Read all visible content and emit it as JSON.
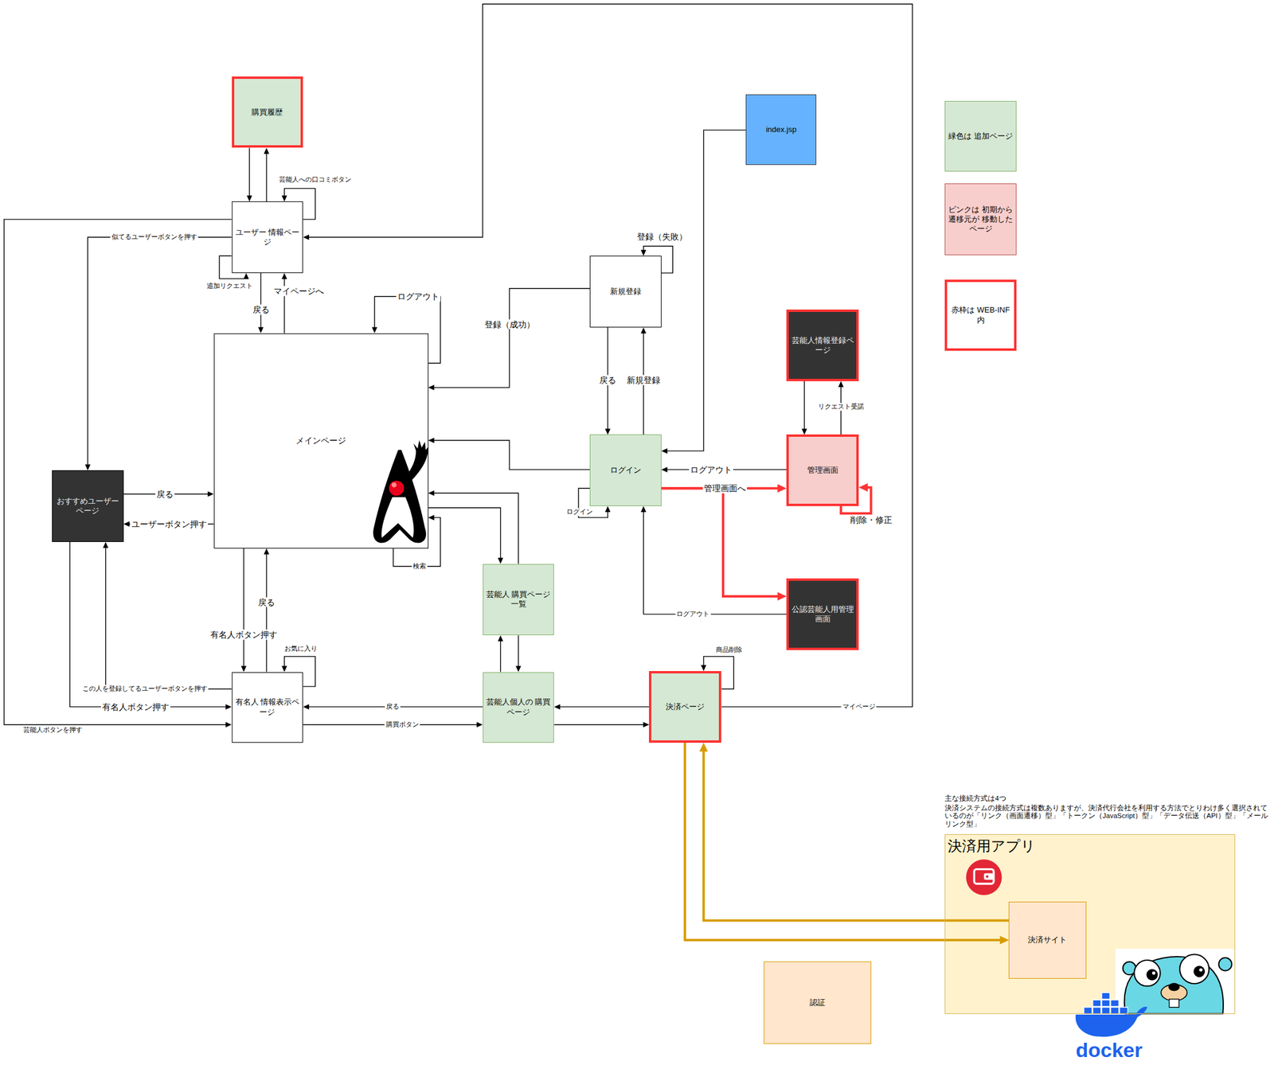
{
  "diagram": {
    "nodes": [
      {
        "text": [
          "購買履歴"
        ]
      },
      {
        "text": [
          "index.jsp"
        ]
      },
      {
        "text": [
          "ユーザー 情報ページ"
        ]
      },
      {
        "text": [
          "新規登録"
        ]
      },
      {
        "text": [
          "芸能人情報登録ページ"
        ]
      },
      {
        "text": [
          "メインページ"
        ]
      },
      {
        "text": [
          "おすすめユーザーページ"
        ]
      },
      {
        "text": [
          "ログイン"
        ]
      },
      {
        "text": [
          "管理画面"
        ]
      },
      {
        "text": [
          "芸能人 購買ページ 一覧"
        ]
      },
      {
        "text": [
          "公認芸能人用管理画面"
        ]
      },
      {
        "text": [
          "有名人 情報表示ページ"
        ]
      },
      {
        "text": [
          "芸能人個人の 購買ページ"
        ]
      },
      {
        "text": [
          "決済ページ"
        ]
      },
      {
        "text": [
          "決済用アプリ"
        ]
      },
      {
        "text": [
          "決済サイト"
        ],
        "in": 14
      },
      {
        "text": [
          "認証"
        ]
      }
    ],
    "edges": [
      {
        "from": 2,
        "to": 0,
        "arrow": "to"
      },
      {
        "from": 0,
        "to": 2,
        "arrow": "to"
      },
      {
        "from": 2,
        "to": 2,
        "label": "芸能人への口コミボタン",
        "arrow": "to"
      },
      {
        "from": 2,
        "to": 2,
        "label": "追加リクエスト",
        "arrow": "to"
      },
      {
        "from": 5,
        "to": 2,
        "label": "マイページへ",
        "arrow": "to"
      },
      {
        "from": 2,
        "to": 5,
        "label": "戻る",
        "arrow": "to"
      },
      {
        "from": 5,
        "to": 5,
        "label": "ログアウト",
        "arrow": "to"
      },
      {
        "from": 3,
        "to": 5,
        "label": "登録（成功）",
        "arrow": "to"
      },
      {
        "from": 3,
        "to": 3,
        "label": "登録（失敗）",
        "arrow": "to"
      },
      {
        "from": 3,
        "to": 7,
        "label": "戻る",
        "arrow": "to"
      },
      {
        "from": 7,
        "to": 3,
        "label": "新規登録",
        "arrow": "to"
      },
      {
        "from": 1,
        "to": 7,
        "arrow": "to"
      },
      {
        "from": 13,
        "to": 2,
        "label": "マイページ",
        "arrow": "to"
      },
      {
        "from": 7,
        "to": 5,
        "arrow": "to"
      },
      {
        "from": 7,
        "to": 7,
        "label": "ログイン",
        "arrow": "to"
      },
      {
        "from": 8,
        "to": 7,
        "label": "ログアウト",
        "arrow": "to"
      },
      {
        "from": 7,
        "to": 8,
        "label": "管理画面へ",
        "arrow": "to"
      },
      {
        "from": 7,
        "to": 10,
        "arrow": "to"
      },
      {
        "from": 10,
        "to": 7,
        "label": "ログアウト",
        "arrow": "to"
      },
      {
        "from": 8,
        "to": 8,
        "label": "削除・修正",
        "arrow": "to"
      },
      {
        "from": 8,
        "to": 4,
        "label": "リクエスト受諾",
        "arrow": "to"
      },
      {
        "from": 4,
        "to": 8,
        "arrow": "to"
      },
      {
        "from": 9,
        "to": 5,
        "arrow": "to"
      },
      {
        "from": 5,
        "to": 9,
        "arrow": "to"
      },
      {
        "from": 5,
        "to": 5,
        "label": "検索",
        "arrow": "to"
      },
      {
        "from": 12,
        "to": 9,
        "arrow": "to"
      },
      {
        "from": 9,
        "to": 12,
        "arrow": "to"
      },
      {
        "from": 6,
        "to": 5,
        "label": "戻る",
        "arrow": "to"
      },
      {
        "from": 5,
        "to": 6,
        "label": "ユーザーボタン押す",
        "arrow": "to"
      },
      {
        "from": 2,
        "to": 6,
        "label": "似てるユーザーボタンを押す",
        "arrow": "to"
      },
      {
        "from": 2,
        "to": 11,
        "label": "芸能人ボタンを押す",
        "arrow": "to"
      },
      {
        "from": 6,
        "to": 11,
        "label": "有名人ボタン押す",
        "arrow": "to"
      },
      {
        "from": 11,
        "to": 6,
        "label": "この人を登録してるユーザーボタンを押す",
        "arrow": "to"
      },
      {
        "from": 5,
        "to": 11,
        "label": "有名人ボタン押す",
        "arrow": "to"
      },
      {
        "from": 11,
        "to": 5,
        "label": "戻る",
        "arrow": "to"
      },
      {
        "from": 11,
        "to": 11,
        "label": "お気に入り",
        "arrow": "to"
      },
      {
        "from": 12,
        "to": 11,
        "label": "戻る",
        "arrow": "to"
      },
      {
        "from": 11,
        "to": 12,
        "label": "購買ボタン",
        "arrow": "to"
      },
      {
        "from": 12,
        "to": 13,
        "arrow": "to"
      },
      {
        "from": 13,
        "to": 12,
        "arrow": "to"
      },
      {
        "from": 13,
        "to": 13,
        "label": "商品削除",
        "arrow": "to"
      },
      {
        "from": 13,
        "to": 15,
        "arrow": "to"
      },
      {
        "from": 15,
        "to": 13,
        "arrow": "to"
      }
    ],
    "labels": [
      "主な接続方式は4つ",
      "決済システムの接続方式は複数ありますが、決済代行会社を利用する方法でとりわけ多く選択されているのが「リンク（画面遷移）型」「トークン（JavaScript）型」「データ伝送（API）型」「メールリンク型」",
      "docker"
    ],
    "legend": [
      {
        "text": "緑色は 追加ページ",
        "color": "#d5e8d4"
      },
      {
        "text": "ピンクは 初期から遷移元が 移動したページ",
        "color": "#f8cecc"
      },
      {
        "text": "赤枠は WEB-INF内"
      }
    ]
  }
}
